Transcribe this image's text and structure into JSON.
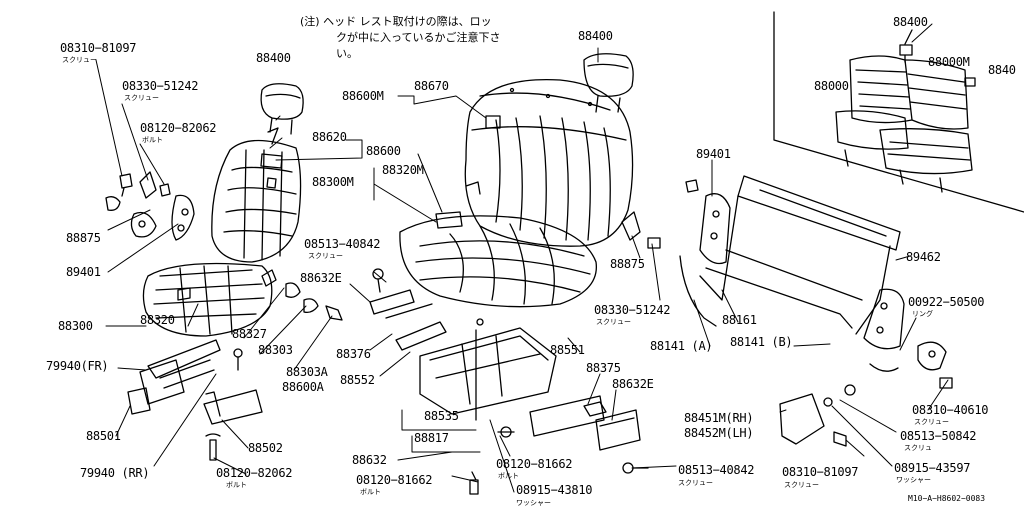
{
  "note": {
    "line1": "(注) ヘッド レスト取付けの際は、ロッ",
    "line2": "クが中に入っているかご注意下さ",
    "line3": "い。"
  },
  "labels": {
    "p08310_81097_tl": "08310−81097",
    "p08310_81097_tl_sub": "スクリュー",
    "p08330_51242_tl": "08330−51242",
    "p08330_51242_tl_sub": "スクリュー",
    "p08120_82062_tl": "08120−82062",
    "p08120_82062_tl_sub": "ボルト",
    "p88400_left": "88400",
    "p88620": "88620",
    "p88600": "88600",
    "p88875_left": "88875",
    "p89401_left": "89401",
    "p88300": "88300",
    "p88320": "88320",
    "p88327": "88327",
    "p88303": "88303",
    "p88303A": "88303A",
    "p88600A": "88600A",
    "p79940FR": "79940(FR)",
    "p88501": "88501",
    "p79940RR": "79940 (RR)",
    "p88502": "88502",
    "p08120_82062_bl": "08120−82062",
    "p08120_82062_bl_sub": "ボルト",
    "p88600M": "88600M",
    "p88670": "88670",
    "p88400_center": "88400",
    "p88300M": "88300M",
    "p88320M": "88320M",
    "p08513_40842_top": "08513−40842",
    "p08513_40842_top_sub": "スクリュー",
    "p88632E_left": "88632E",
    "p88376": "88376",
    "p88552": "88552",
    "p88551": "88551",
    "p88375": "88375",
    "p88632E_right": "88632E",
    "p88535": "88535",
    "p88817": "88817",
    "p88632": "88632",
    "p08120_81662_a": "08120−81662",
    "p08120_81662_a_sub": "ボルト",
    "p08120_81662_b": "08120−81662",
    "p08120_81662_b_sub": "ボルト",
    "p08915_43810": "08915−43810",
    "p08915_43810_sub": "ワッシャー",
    "p08513_40842_bot": "08513−40842",
    "p08513_40842_bot_sub": "スクリュー",
    "p88875_right": "88875",
    "p08330_51242_mid": "08330−51242",
    "p08330_51242_mid_sub": "スクリュー",
    "p89401_right": "89401",
    "p88161": "88161",
    "p88141A": "88141 (A)",
    "p88141B": "88141 (B)",
    "p89462": "89462",
    "p00922_50500": "00922−50500",
    "p00922_50500_sub": "リング",
    "p88451M": "88451M(RH)",
    "p88452M": "88452M(LH)",
    "p08310_40610": "08310−40610",
    "p08310_40610_sub": "スクリュー",
    "p08513_50842": "08513−50842",
    "p08513_50842_sub": "スクリュ",
    "p08310_81097_br": "08310−81097",
    "p08310_81097_br_sub": "スクリュー",
    "p08915_43597": "08915−43597",
    "p08915_43597_sub": "ワッシャー",
    "p88400_inset": "88400",
    "p88000M": "88000M",
    "p88000": "88000",
    "p8840_cut": "8840",
    "diagram_code": "M10−A−H8602−0083"
  }
}
